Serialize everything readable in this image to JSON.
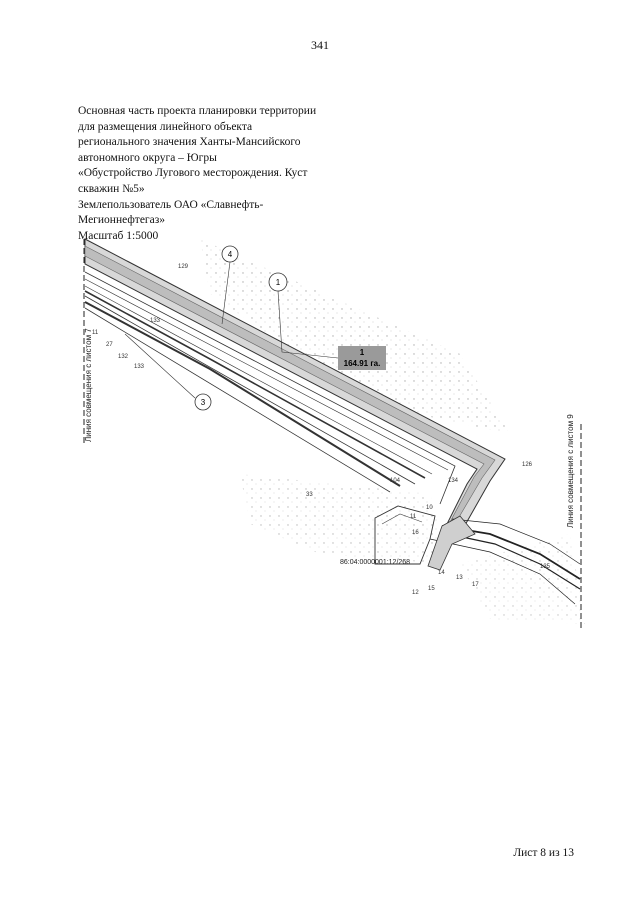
{
  "page_number": "341",
  "header": {
    "lines": [
      "Основная часть проекта планировки территории",
      "для размещения линейного объекта",
      "регионального значения Ханты-Мансийского",
      "автономного округа – Югры",
      "«Обустройство Лугового месторождения. Куст",
      "скважин №5»",
      "Землепользователь ОАО «Славнефть-",
      "Мегионнефтегаз»",
      "Масштаб 1:5000"
    ]
  },
  "map": {
    "match_line_left": "Линия совмещения с листом 7",
    "match_line_right": "Линия совмещения с листом 9",
    "area_label": {
      "number": "1",
      "area": "164.91 га."
    },
    "callouts": [
      "4",
      "1",
      "3"
    ],
    "cadastral_number": "86:04:0000001:12/268",
    "parcel_labels": [
      "129",
      "133",
      "11",
      "27",
      "132",
      "133",
      "33",
      "104",
      "126",
      "134",
      "10",
      "11",
      "13",
      "14",
      "15",
      "16",
      "12",
      "135",
      "17"
    ]
  },
  "sheet_label": "Лист 8 из 13"
}
